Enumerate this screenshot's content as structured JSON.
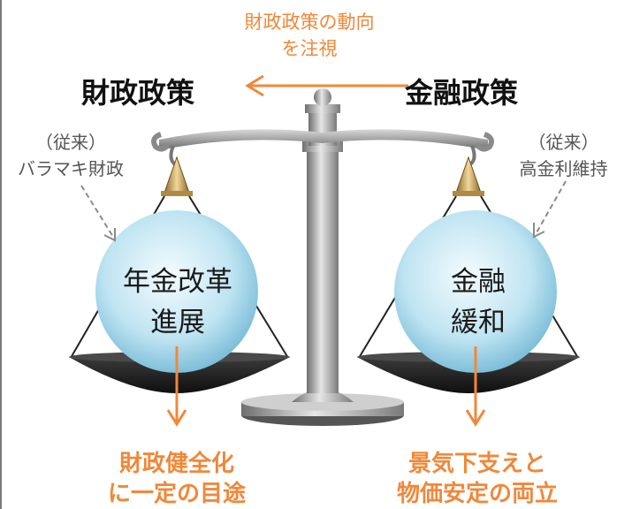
{
  "top_note": {
    "line1": "財政政策の動向",
    "line2": "を注視"
  },
  "titles": {
    "left": "財政政策",
    "right": "金融政策"
  },
  "notes": {
    "left": {
      "line1": "（従来）",
      "line2": "バラマキ財政"
    },
    "right": {
      "line1": "（従来）",
      "line2": "高金利維持"
    }
  },
  "spheres": {
    "left": {
      "line1": "年金改革",
      "line2": "進展"
    },
    "right": {
      "line1": "金融",
      "line2": "緩和"
    }
  },
  "results": {
    "left": {
      "line1": "財政健全化",
      "line2": "に一定の目途"
    },
    "right": {
      "line1": "景気下支えと",
      "line2": "物価安定の両立"
    }
  },
  "colors": {
    "accent": "#f0883a",
    "sphere": "#bfe4f2",
    "pan": "#1c1c1c",
    "metal": "#9a9a9a"
  }
}
